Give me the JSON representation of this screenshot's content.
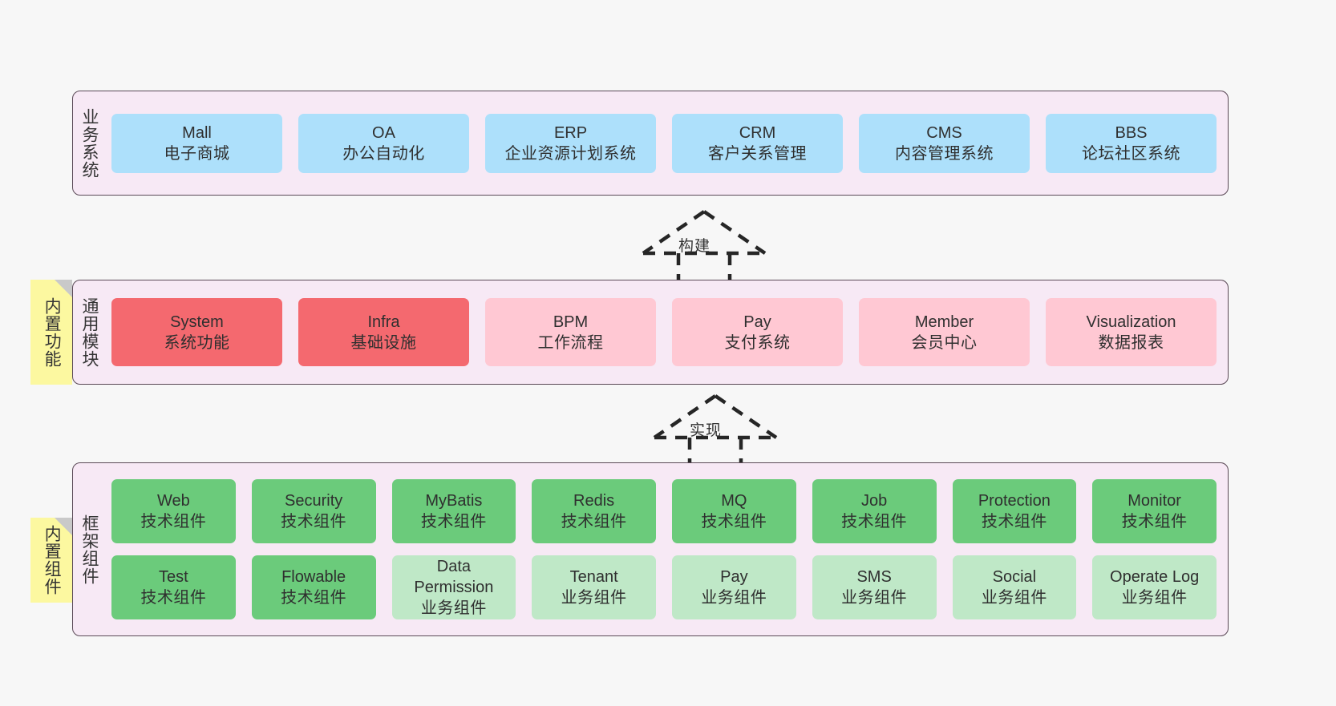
{
  "diagram": {
    "title": "Layered architecture diagram",
    "background": "#f7f7f7",
    "colors": {
      "panel_bg": "#f7e9f5",
      "panel_border": "#5b4a57",
      "business_blue": "#ade0fb",
      "module_red": "#f4696f",
      "module_pink": "#ffc8d3",
      "component_green": "#6bcb7b",
      "component_green_light": "#bfe8c7",
      "note_yellow": "#fcf8a0",
      "note_fold": "#c9c9c9"
    }
  },
  "notes": [
    {
      "label": "内置功能",
      "icon": "folded-corner-icon"
    },
    {
      "label": "内置组件",
      "icon": "folded-corner-icon"
    }
  ],
  "connectors": [
    {
      "label": "构建",
      "kind": "dashed-generalization-arrow-up"
    },
    {
      "label": "实现",
      "kind": "dashed-generalization-arrow-up"
    }
  ],
  "layers": [
    {
      "id": "business",
      "title": "业务系统",
      "rows": [
        [
          {
            "en": "Mall",
            "cn": "电子商城",
            "color": "blue"
          },
          {
            "en": "OA",
            "cn": "办公自动化",
            "color": "blue"
          },
          {
            "en": "ERP",
            "cn": "企业资源计划系统",
            "color": "blue"
          },
          {
            "en": "CRM",
            "cn": "客户关系管理",
            "color": "blue"
          },
          {
            "en": "CMS",
            "cn": "内容管理系统",
            "color": "blue"
          },
          {
            "en": "BBS",
            "cn": "论坛社区系统",
            "color": "blue"
          }
        ]
      ]
    },
    {
      "id": "modules",
      "title": "通用模块",
      "rows": [
        [
          {
            "en": "System",
            "cn": "系统功能",
            "color": "red"
          },
          {
            "en": "Infra",
            "cn": "基础设施",
            "color": "red"
          },
          {
            "en": "BPM",
            "cn": "工作流程",
            "color": "pink"
          },
          {
            "en": "Pay",
            "cn": "支付系统",
            "color": "pink"
          },
          {
            "en": "Member",
            "cn": "会员中心",
            "color": "pink"
          },
          {
            "en": "Visualization",
            "cn": "数据报表",
            "color": "pink"
          }
        ]
      ]
    },
    {
      "id": "framework",
      "title": "框架组件",
      "rows": [
        [
          {
            "en": "Web",
            "cn": "技术组件",
            "color": "green"
          },
          {
            "en": "Security",
            "cn": "技术组件",
            "color": "green"
          },
          {
            "en": "MyBatis",
            "cn": "技术组件",
            "color": "green"
          },
          {
            "en": "Redis",
            "cn": "技术组件",
            "color": "green"
          },
          {
            "en": "MQ",
            "cn": "技术组件",
            "color": "green"
          },
          {
            "en": "Job",
            "cn": "技术组件",
            "color": "green"
          },
          {
            "en": "Protection",
            "cn": "技术组件",
            "color": "green"
          },
          {
            "en": "Monitor",
            "cn": "技术组件",
            "color": "green"
          }
        ],
        [
          {
            "en": "Test",
            "cn": "技术组件",
            "color": "green"
          },
          {
            "en": "Flowable",
            "cn": "技术组件",
            "color": "green"
          },
          {
            "en": "Data Permission",
            "cn": "业务组件",
            "color": "greenlight"
          },
          {
            "en": "Tenant",
            "cn": "业务组件",
            "color": "greenlight"
          },
          {
            "en": "Pay",
            "cn": "业务组件",
            "color": "greenlight"
          },
          {
            "en": "SMS",
            "cn": "业务组件",
            "color": "greenlight"
          },
          {
            "en": "Social",
            "cn": "业务组件",
            "color": "greenlight"
          },
          {
            "en": "Operate Log",
            "cn": "业务组件",
            "color": "greenlight"
          }
        ]
      ]
    }
  ]
}
